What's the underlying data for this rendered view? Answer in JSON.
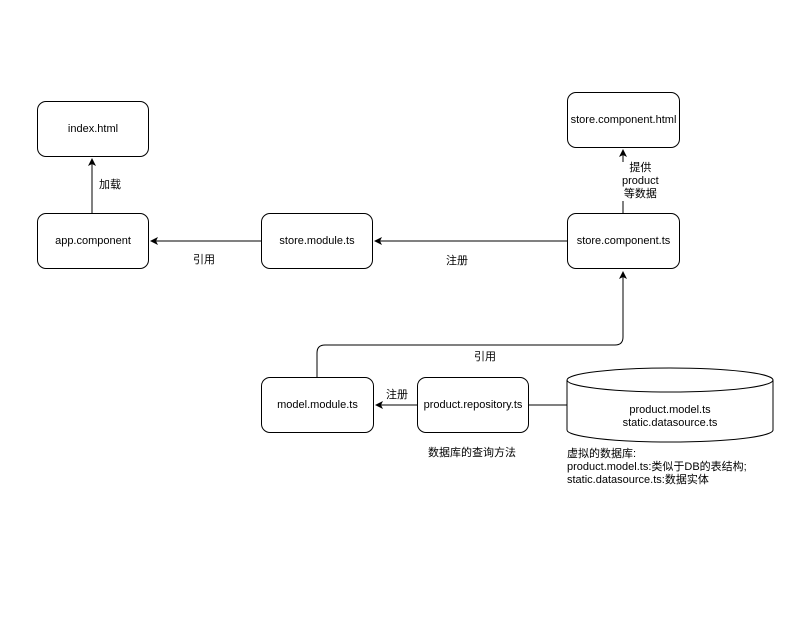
{
  "nodes": {
    "index_html": "index.html",
    "app_component": "app.component",
    "store_module": "store.module.ts",
    "store_component": "store.component.ts",
    "store_component_html": "store.component.html",
    "model_module": "model.module.ts",
    "product_repository": "product.repository.ts",
    "database": [
      "product.model.ts",
      "static.datasource.ts"
    ]
  },
  "edge_labels": {
    "load": "加载",
    "reference_1": "引用",
    "register_1": "注册",
    "provide": [
      "提供",
      "product",
      "等数据"
    ],
    "reference_2": "引用",
    "register_2": "注册"
  },
  "notes": {
    "repository_note": "数据库的查询方法",
    "db_note": [
      "虚拟的数据库:",
      "product.model.ts:类似于DB的表结构;",
      "static.datasource.ts:数据实体"
    ]
  }
}
